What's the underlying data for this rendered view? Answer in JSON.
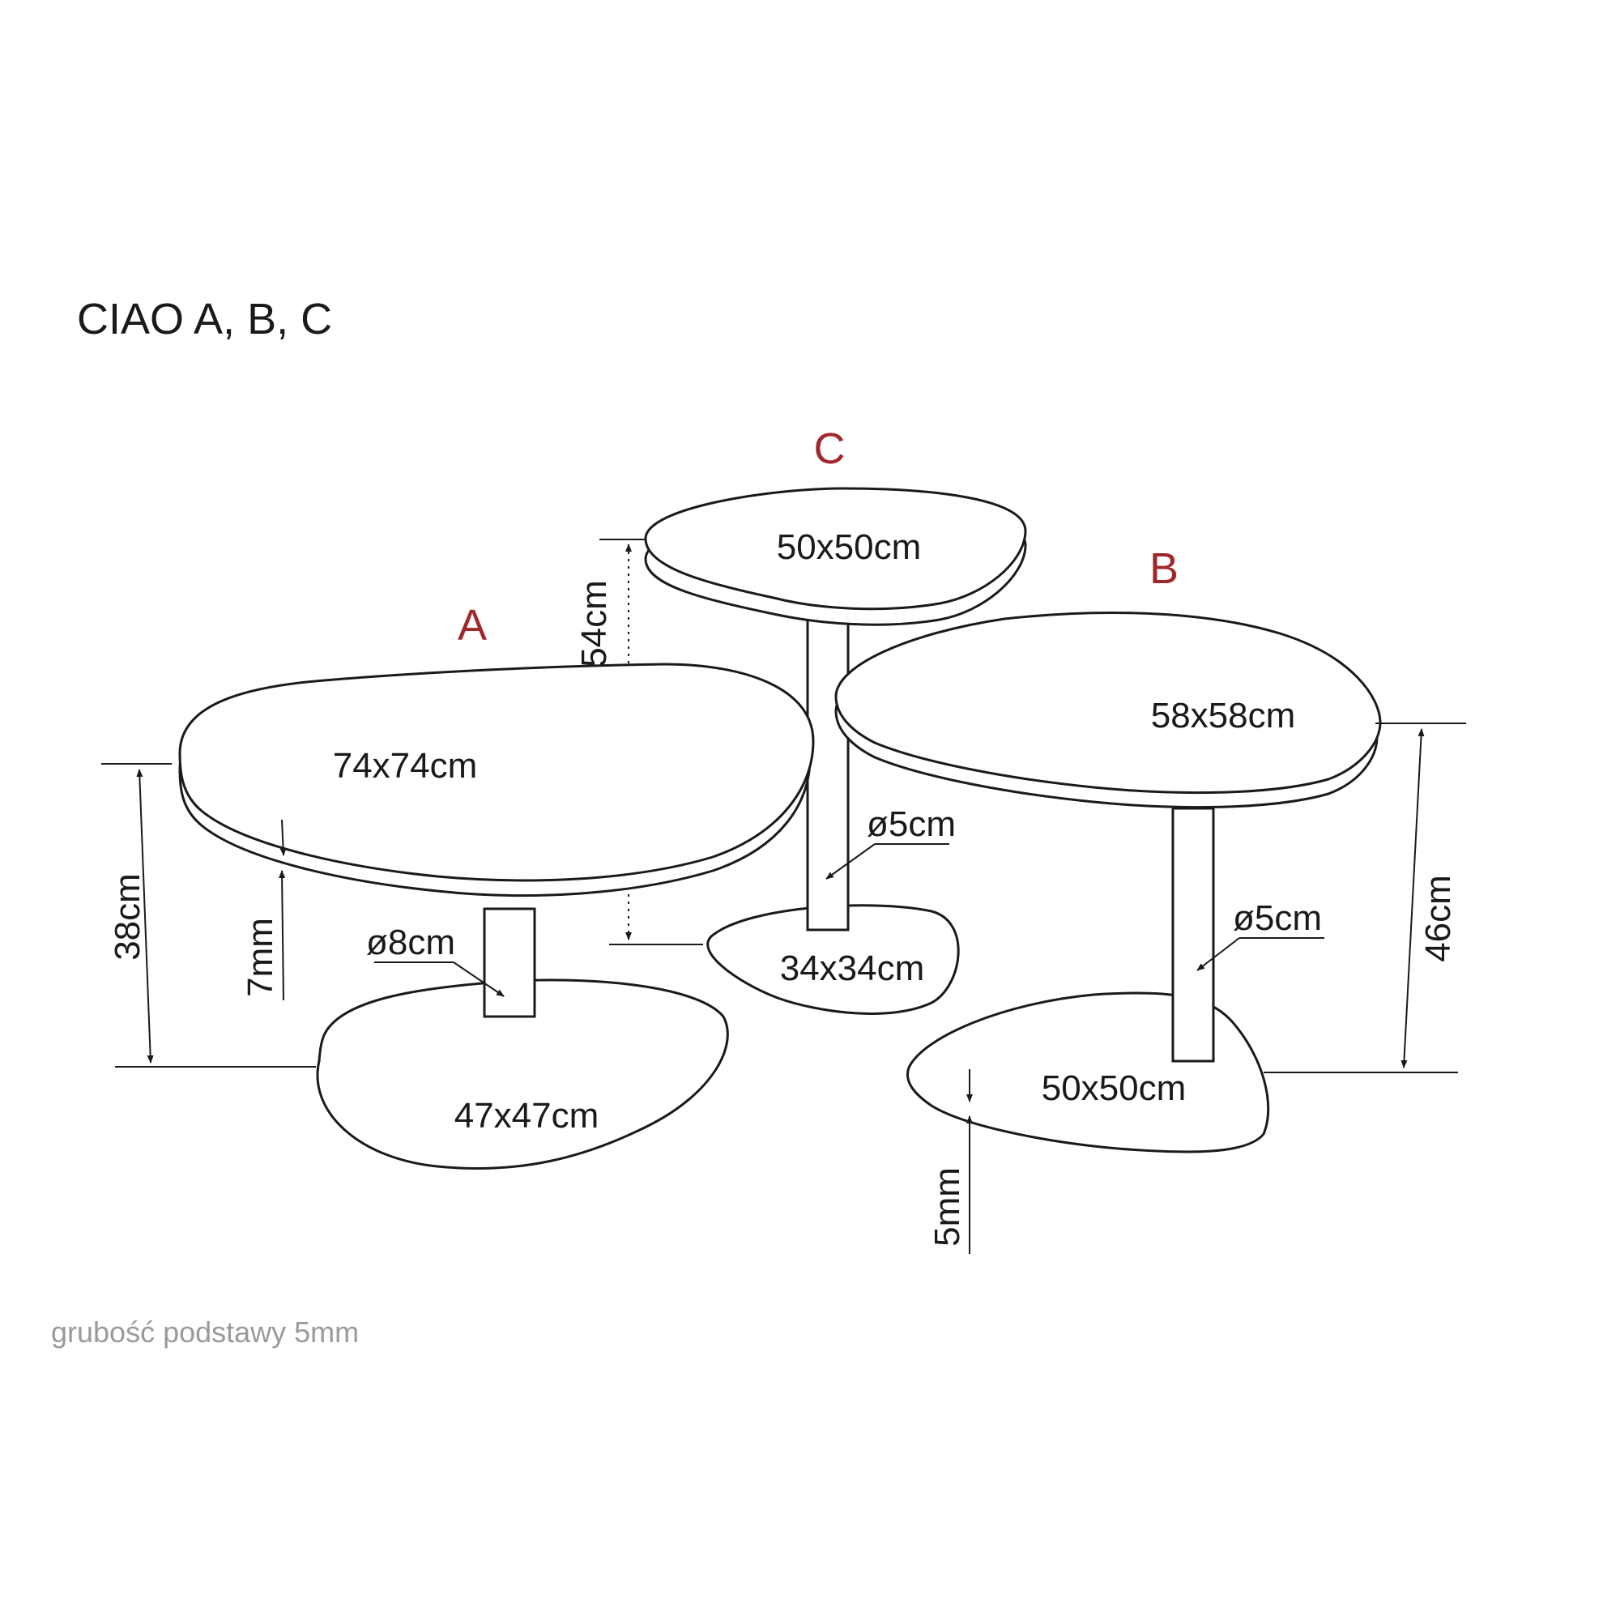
{
  "title": "CIAO A, B, C",
  "footnote": "grubość podstawy 5mm",
  "colors": {
    "line": "#1a1a1a",
    "letter": "#a0282d",
    "note": "#9a9a9a"
  },
  "tables": {
    "A": {
      "letter": "A",
      "top": "74x74cm",
      "base": "47x47cm",
      "leg_diameter": "ø8cm",
      "height": "38cm",
      "top_thickness": "7mm"
    },
    "B": {
      "letter": "B",
      "top": "58x58cm",
      "base": "50x50cm",
      "leg_diameter": "ø5cm",
      "height": "46cm",
      "base_thickness": "5mm"
    },
    "C": {
      "letter": "C",
      "top": "50x50cm",
      "base": "34x34cm",
      "leg_diameter": "ø5cm",
      "height": "54cm"
    }
  }
}
